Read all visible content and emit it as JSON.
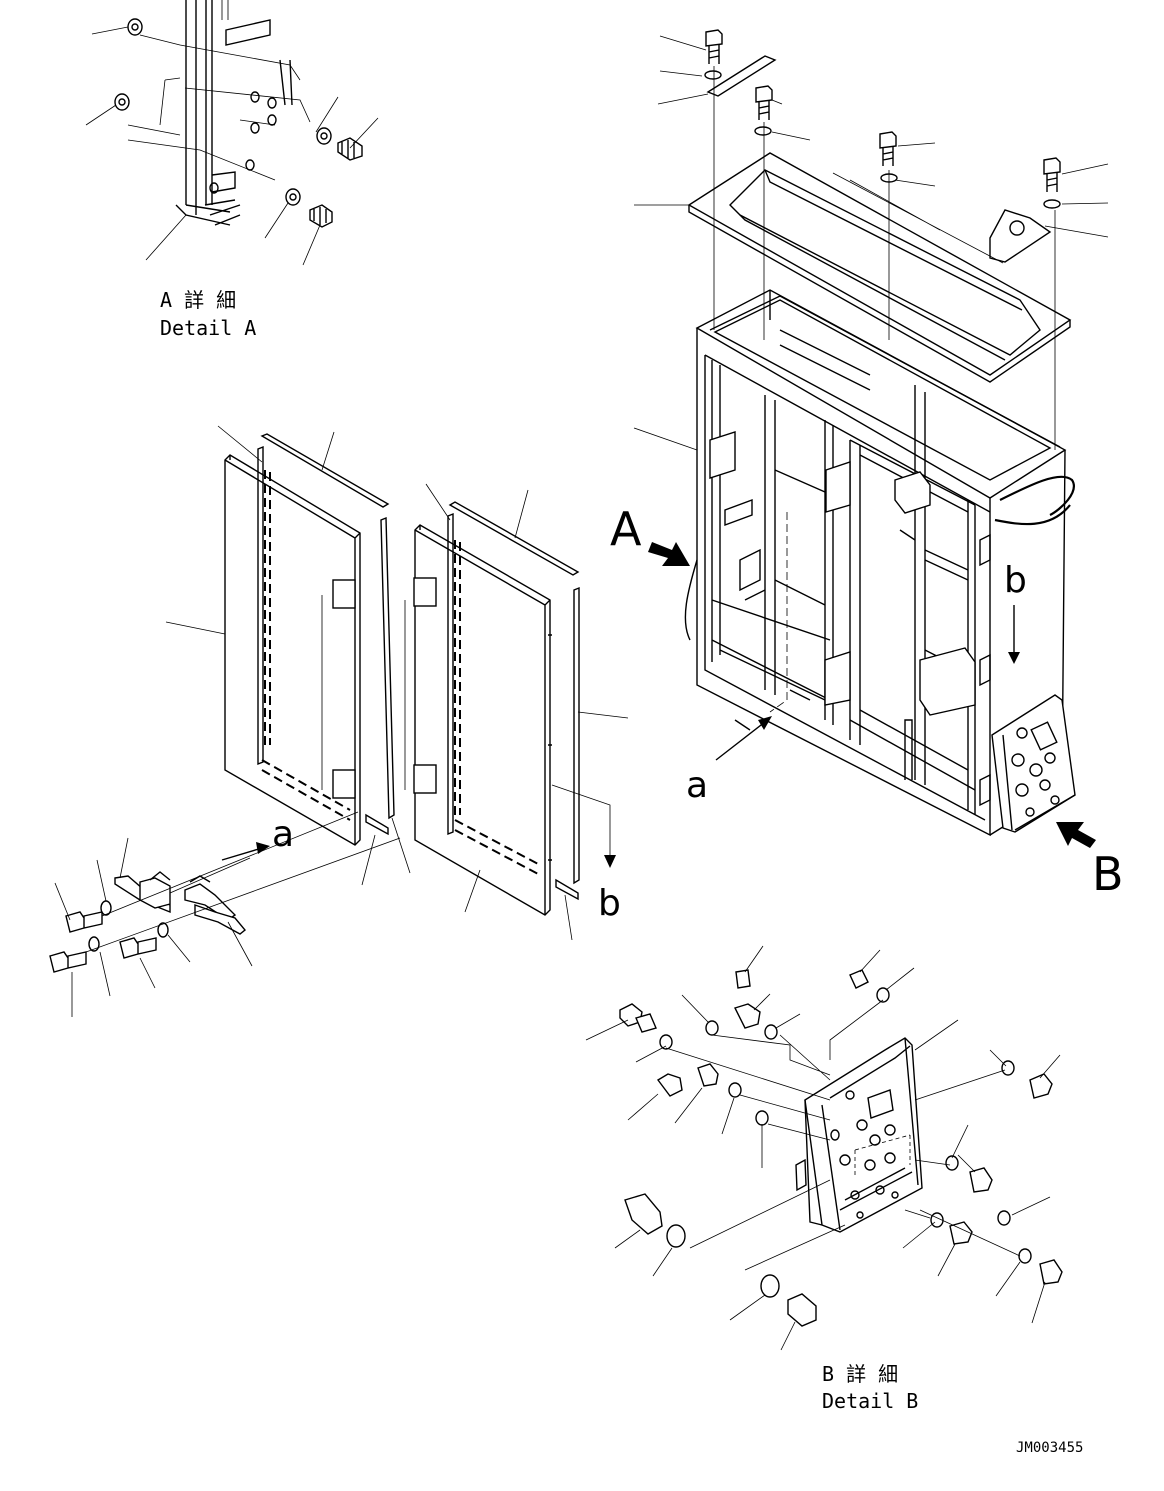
{
  "detail_a": {
    "line1": "A 詳 細",
    "line2": "Detail A"
  },
  "detail_b": {
    "line1": "B 詳 細",
    "line2": "Detail B"
  },
  "view_labels": {
    "A": "A",
    "B": "B",
    "a1": "a",
    "a2": "a",
    "b1": "b",
    "b2": "b"
  },
  "drawing_number": "JM003455"
}
